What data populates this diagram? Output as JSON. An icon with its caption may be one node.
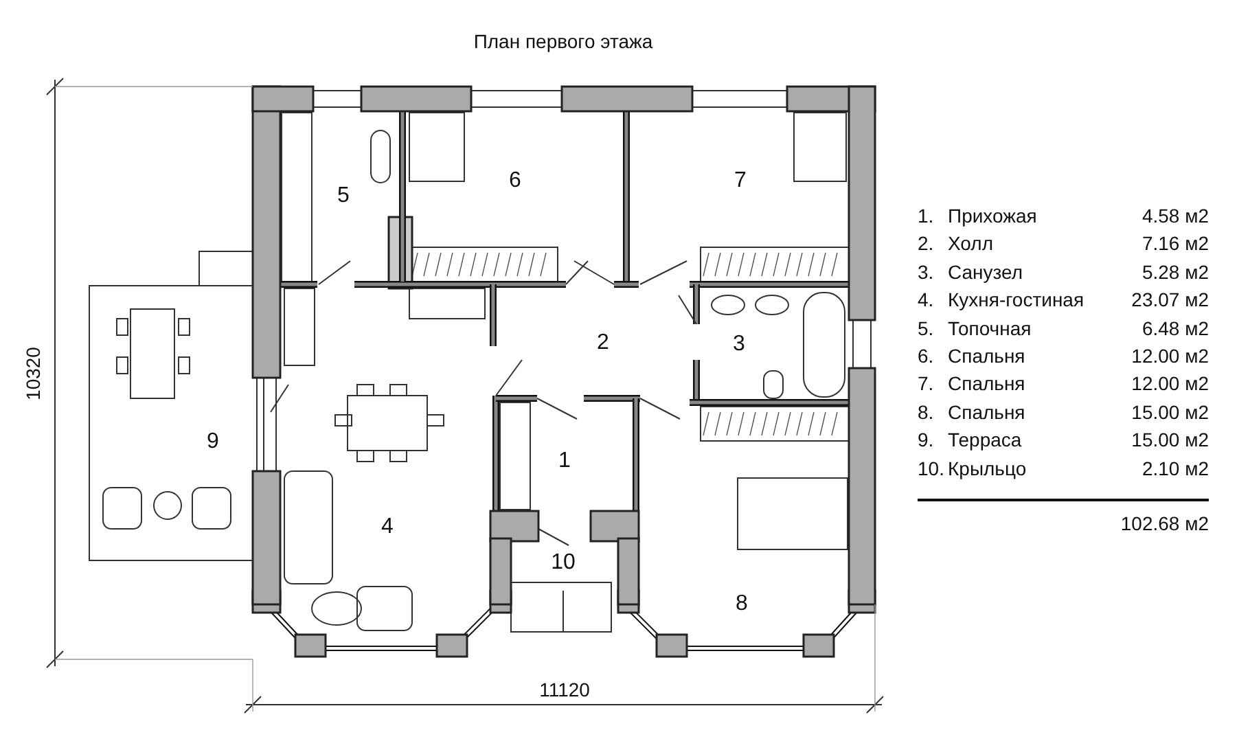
{
  "diagram": {
    "title": "План первого этажа",
    "labels": [
      "5",
      "6",
      "7",
      "2",
      "3",
      "9",
      "1",
      "4",
      "10",
      "8",
      "10320",
      "11120",
      "1.",
      "Прихожая",
      "4.58 м2",
      "2.",
      "Холл",
      "7.16 м2",
      "3.",
      "Санузел",
      "5.28 м2",
      "4.",
      "Кухня-гостиная",
      "23.07 м2",
      "5.",
      "Топочная",
      "6.48 м2",
      "6.",
      "Спальня",
      "12.00 м2",
      "7.",
      "Спальня",
      "12.00 м2",
      "8.",
      "Спальня",
      "15.00 м2",
      "9.",
      "Терраса",
      "15.00 м2",
      "10.",
      "Крыльцо",
      "2.10 м2",
      "102.68 м2"
    ]
  }
}
